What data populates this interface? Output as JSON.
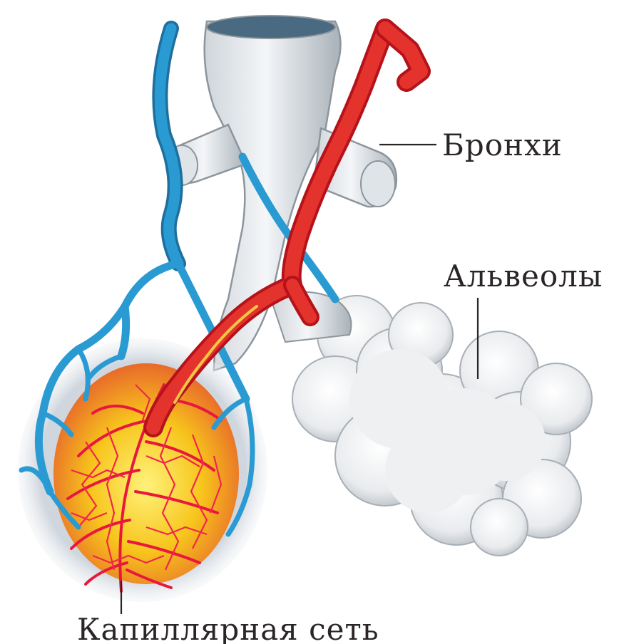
{
  "labels": {
    "bronchi": "Бронхи",
    "alveoli": "Альвеолы",
    "capillary_network": "Капиллярная сеть"
  },
  "colors": {
    "vein": "#1f8fc4",
    "artery": "#e4322c",
    "artery_dark": "#b5121b",
    "capillary_fill": "#f5c21c",
    "capillary_net": "#e8183d",
    "bronchus": "#e8ecef",
    "bronchus_shade": "#aeb7be",
    "alveoli": "#f2f3f5",
    "alveoli_shade": "#c3c8cd",
    "text": "#2a2626"
  }
}
